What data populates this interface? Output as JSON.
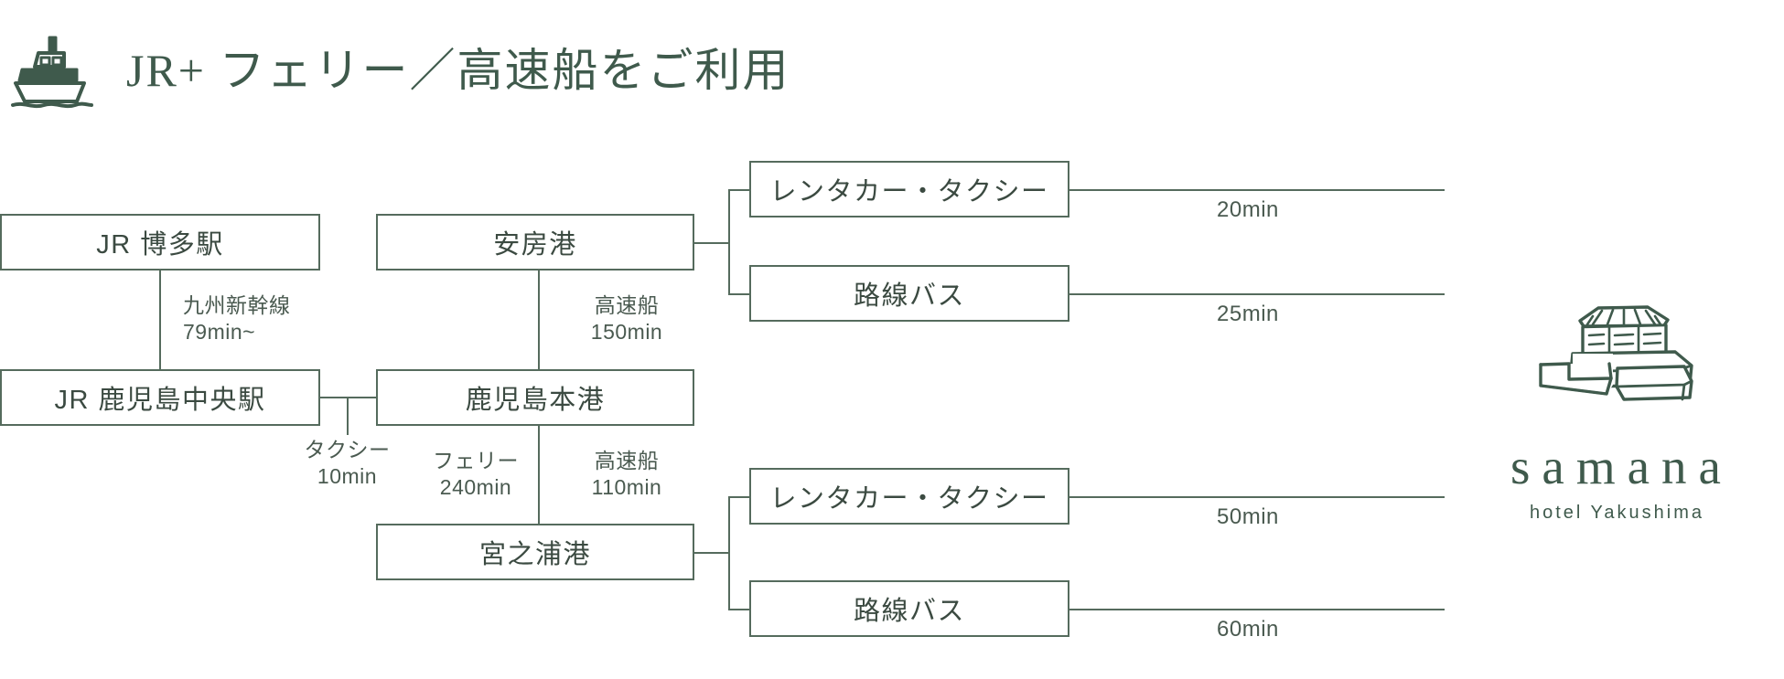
{
  "header": {
    "icon": "ferry-ship-icon",
    "title": "JR+ フェリー／高速船をご利用"
  },
  "theme": {
    "accent_green": "#3f5a4c",
    "line_green": "#556b5d",
    "text_green": "#3b4a41",
    "background": "#ffffff"
  },
  "diagram": {
    "type": "route-flow",
    "nodes": [
      {
        "id": "hakata",
        "label": "JR 博多駅"
      },
      {
        "id": "kagoshima",
        "label": "JR 鹿児島中央駅"
      },
      {
        "id": "anbo",
        "label": "安房港"
      },
      {
        "id": "kagoshima_port",
        "label": "鹿児島本港"
      },
      {
        "id": "miyanoura",
        "label": "宮之浦港"
      },
      {
        "id": "anbo_car",
        "label": "レンタカー・タクシー"
      },
      {
        "id": "anbo_bus",
        "label": "路線バス"
      },
      {
        "id": "miya_car",
        "label": "レンタカー・タクシー"
      },
      {
        "id": "miya_bus",
        "label": "路線バス"
      }
    ],
    "edges": [
      {
        "id": "e-shinkansen",
        "from": "hakata",
        "to": "kagoshima",
        "mode": "九州新幹線",
        "duration": "79min~"
      },
      {
        "id": "e-taxi",
        "from": "kagoshima",
        "to": "kagoshima_port",
        "mode": "タクシー",
        "duration": "10min"
      },
      {
        "id": "e-jetfoil-anbo",
        "from": "kagoshima_port",
        "to": "anbo",
        "mode": "高速船",
        "duration": "150min"
      },
      {
        "id": "e-ferry",
        "from": "kagoshima_port",
        "to": "miyanoura",
        "mode": "フェリー",
        "duration": "240min"
      },
      {
        "id": "e-jetfoil-miya",
        "from": "kagoshima_port",
        "to": "miyanoura",
        "mode": "高速船",
        "duration": "110min"
      },
      {
        "id": "e-anbo-car",
        "from": "anbo",
        "to": "anbo_car",
        "duration": "20min"
      },
      {
        "id": "e-anbo-bus",
        "from": "anbo",
        "to": "anbo_bus",
        "duration": "25min"
      },
      {
        "id": "e-miya-car",
        "from": "miyanoura",
        "to": "miya_car",
        "duration": "50min"
      },
      {
        "id": "e-miya-bus",
        "from": "miyanoura",
        "to": "miya_bus",
        "duration": "60min"
      }
    ]
  },
  "logo": {
    "mark": "samana-building-icon",
    "wordmark": "samana",
    "tagline": "hotel Yakushima"
  }
}
